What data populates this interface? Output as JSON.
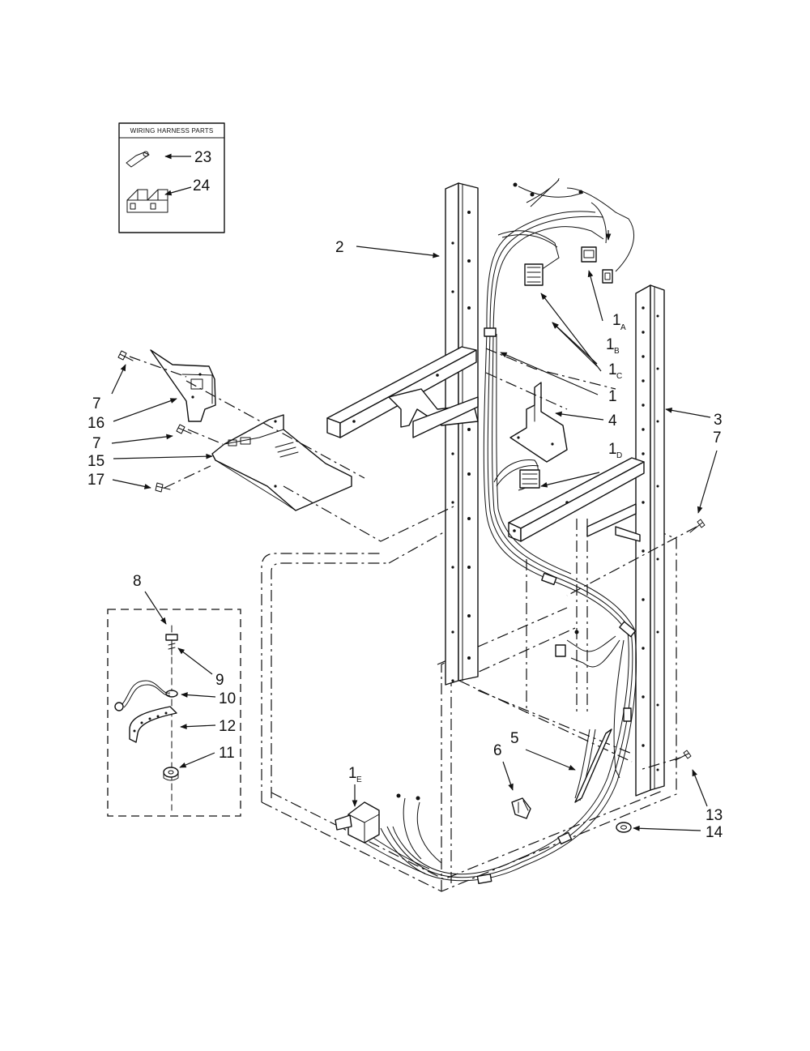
{
  "inset_box": {
    "title": "WIRING HARNESS PARTS",
    "items": [
      "23",
      "24"
    ]
  },
  "callouts": {
    "c1": "1",
    "c1a_main": "1",
    "c1a_sub": "A",
    "c1b_main": "1",
    "c1b_sub": "B",
    "c1c_main": "1",
    "c1c_sub": "C",
    "c1d_main": "1",
    "c1d_sub": "D",
    "c1e_main": "1",
    "c1e_sub": "E",
    "c2": "2",
    "c3": "3",
    "c4": "4",
    "c5": "5",
    "c6": "6",
    "c7_top": "7",
    "c7_mid": "7",
    "c7_right": "7",
    "c8": "8",
    "c9": "9",
    "c10": "10",
    "c11": "11",
    "c12": "12",
    "c13": "13",
    "c14": "14",
    "c15": "15",
    "c16": "16",
    "c17": "17",
    "c23": "23",
    "c24": "24"
  }
}
